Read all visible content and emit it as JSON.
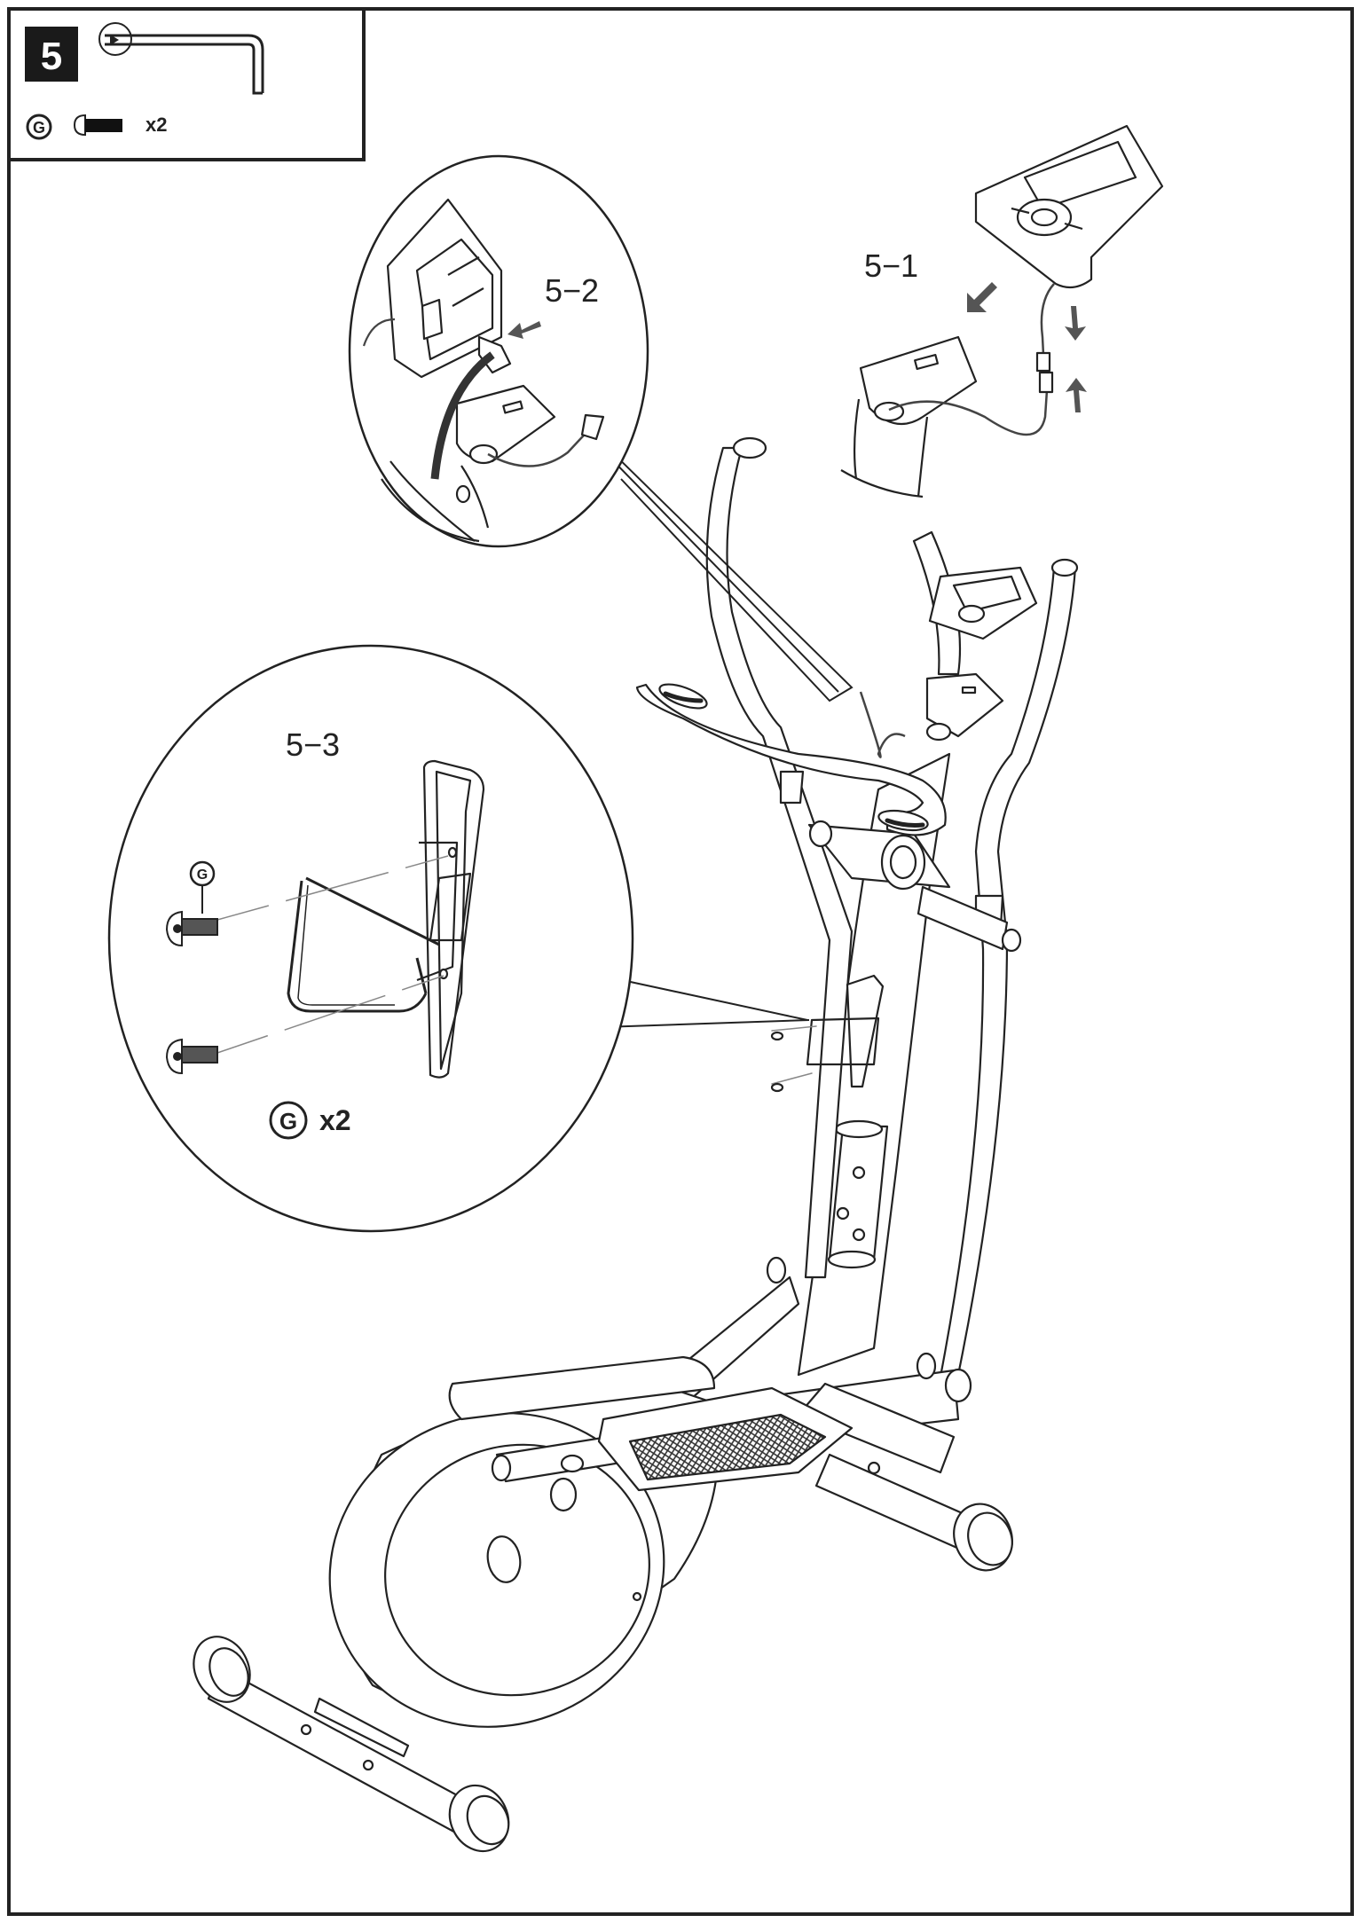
{
  "step": {
    "number": "5",
    "tools": {
      "part_letter": "G",
      "part_quantity": "x2",
      "icons": [
        "allen-key-icon",
        "bolt-icon"
      ]
    }
  },
  "callouts": {
    "detail_1": {
      "label": "5−1"
    },
    "detail_2": {
      "label": "5−2"
    },
    "detail_3": {
      "label": "5−3",
      "part_letter": "G",
      "part_letter_footer": "G",
      "part_quantity": "x2"
    }
  },
  "colors": {
    "line": "#222222",
    "arrow": "#555555",
    "step_badge": "#1a1a1a",
    "step_badge_text": "#ffffff"
  }
}
